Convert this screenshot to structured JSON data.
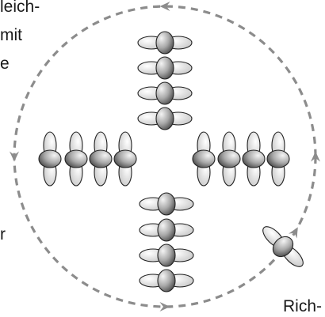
{
  "text_fragments": {
    "line1": "leich-",
    "line2": "mit",
    "line3": "e",
    "line4": "r",
    "line5": "Rich-"
  },
  "diagram": {
    "circle_style": "dashed",
    "arrow_direction": "counterclockwise",
    "colors": {
      "dash": "#8c8c8c",
      "orbital_light": "#f2f2f2",
      "orbital_mid": "#bdbdbd",
      "orbital_dark": "#555555",
      "outline": "#222222"
    },
    "orbital_groups": [
      {
        "name": "top-stack",
        "count": 4,
        "orientation": "vertical"
      },
      {
        "name": "left-row",
        "count": 4,
        "orientation": "horizontal"
      },
      {
        "name": "right-row",
        "count": 4,
        "orientation": "horizontal"
      },
      {
        "name": "bottom-stack",
        "count": 4,
        "orientation": "vertical"
      },
      {
        "name": "tilted-single",
        "count": 1,
        "orientation": "diagonal"
      }
    ]
  }
}
